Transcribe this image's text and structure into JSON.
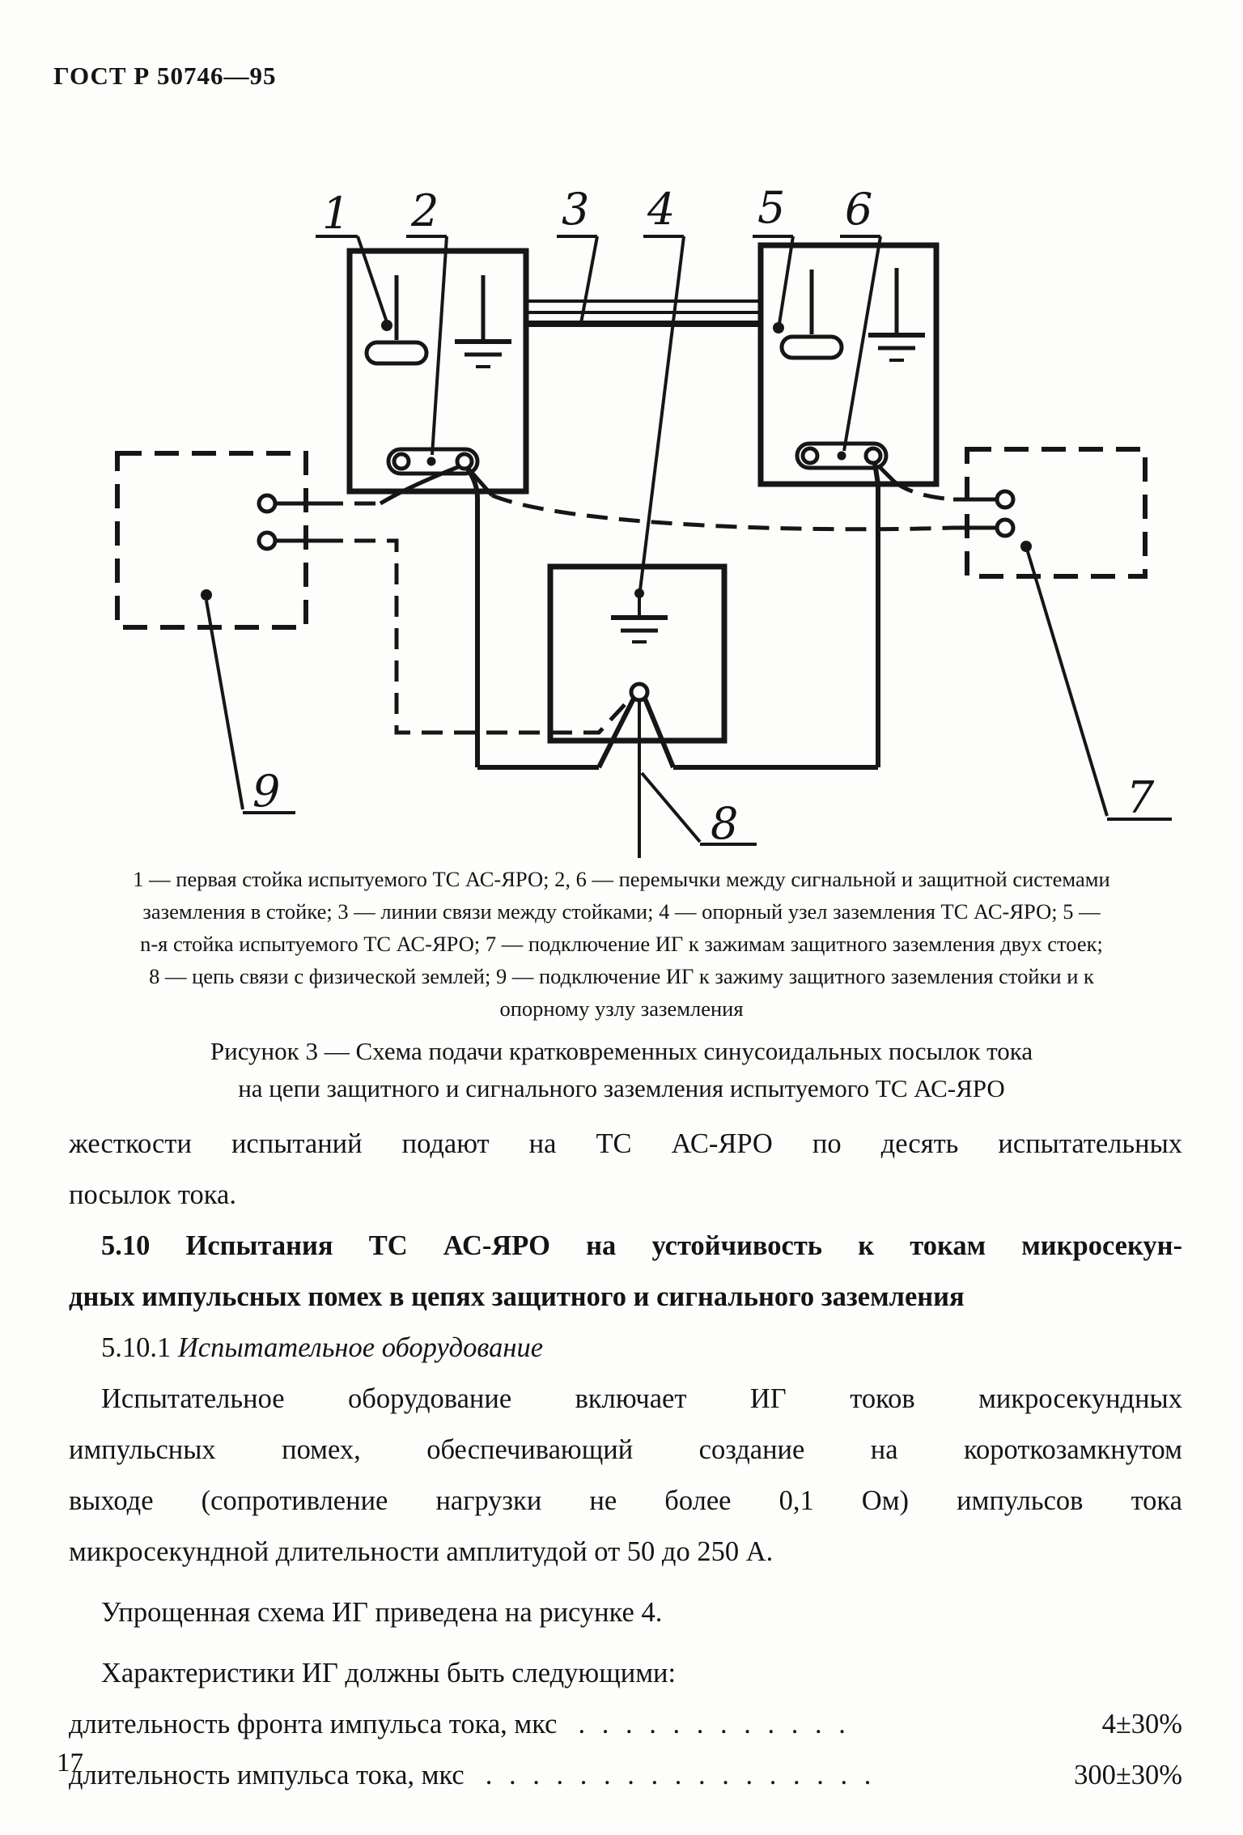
{
  "page": {
    "header": "ГОСТ Р 50746—95",
    "number": "17"
  },
  "figure": {
    "labels": {
      "n1": "1",
      "n2": "2",
      "n3": "3",
      "n4": "4",
      "n5": "5",
      "n6": "6",
      "n7": "7",
      "n8": "8",
      "n9": "9"
    },
    "legend_lines": [
      "1 — первая стойка испытуемого ТС АС-ЯРО; 2, 6 — перемычки между сигнальной и защитной системами",
      "заземления в стойке; 3 — линии связи между стойками; 4 — опорный узел заземления ТС АС-ЯРО; 5 —",
      "n-я стойка испытуемого ТС АС-ЯРО; 7 — подключение ИГ к зажимам защитного заземления двух стоек;",
      "8 — цепь связи с физической землей; 9 — подключение ИГ к зажиму защитного заземления стойки и к",
      "опорному узлу заземления"
    ],
    "caption_line1": "Рисунок 3 — Схема подачи кратковременных синусоидальных посылок тока",
    "caption_line2": "на цепи защитного и сигнального заземления испытуемого ТС АС-ЯРО"
  },
  "body": {
    "p1_lines": [
      "жесткости испытаний подают на ТС АС-ЯРО по десять испытательных",
      "посылок тока."
    ],
    "s510_lines": [
      "5.10 Испытания ТС АС-ЯРО на устойчивость к токам микросекун-",
      "дных импульсных помех в цепях защитного и сигнального заземления"
    ],
    "s5101_num": "5.10.1",
    "s5101_title": "Испытательное оборудование",
    "p2_lines": [
      "Испытательное оборудование включает ИГ токов микросекундных",
      "импульсных помех, обеспечивающий создание на короткозамкнутом",
      "выходе (сопротивление нагрузки не более 0,1 Ом) импульсов тока",
      "микросекундной длительности амплитудой от 50 до 250 А."
    ],
    "p3": "Упрощенная схема ИГ приведена на рисунке 4.",
    "p4": "Характеристики ИГ должны быть следующими:",
    "specs": [
      {
        "label": "длительность фронта импульса тока, мкс",
        "dots": ". . . . . . . . . . . .",
        "value": "4±30%"
      },
      {
        "label": "длительность импульса тока, мкс",
        "dots": ". . . . . . . . . . . . . . . . .",
        "value": "300±30%"
      }
    ]
  }
}
